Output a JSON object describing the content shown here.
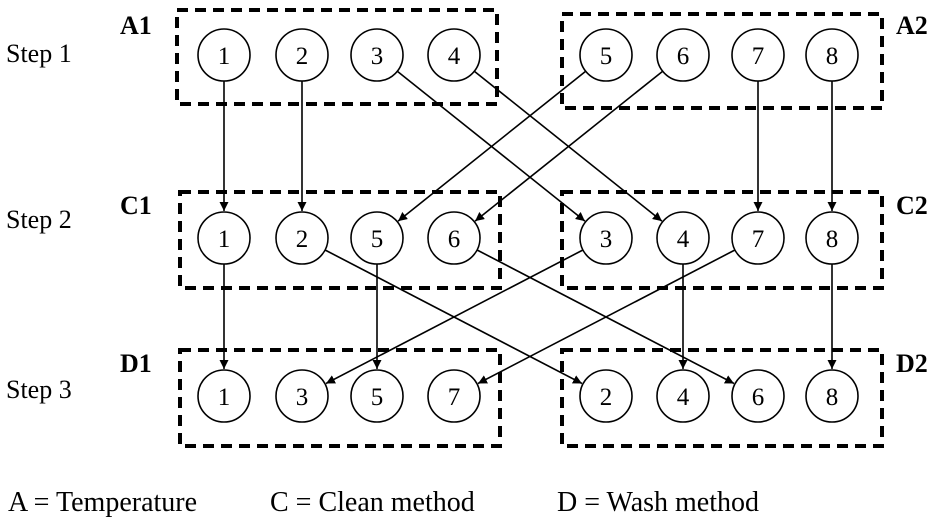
{
  "steps": [
    {
      "label": "Step 1"
    },
    {
      "label": "Step 2"
    },
    {
      "label": "Step 3"
    }
  ],
  "groups": [
    {
      "id": "A1",
      "label": "A1",
      "nodes": [
        "1",
        "2",
        "3",
        "4"
      ]
    },
    {
      "id": "A2",
      "label": "A2",
      "nodes": [
        "5",
        "6",
        "7",
        "8"
      ]
    },
    {
      "id": "C1",
      "label": "C1",
      "nodes": [
        "1",
        "2",
        "5",
        "6"
      ]
    },
    {
      "id": "C2",
      "label": "C2",
      "nodes": [
        "3",
        "4",
        "7",
        "8"
      ]
    },
    {
      "id": "D1",
      "label": "D1",
      "nodes": [
        "1",
        "3",
        "5",
        "7"
      ]
    },
    {
      "id": "D2",
      "label": "D2",
      "nodes": [
        "2",
        "4",
        "6",
        "8"
      ]
    }
  ],
  "edges": [
    {
      "from": "A1.1",
      "to": "C1.1"
    },
    {
      "from": "A1.2",
      "to": "C1.2"
    },
    {
      "from": "A1.3",
      "to": "C2.3"
    },
    {
      "from": "A1.4",
      "to": "C2.4"
    },
    {
      "from": "A2.5",
      "to": "C1.5"
    },
    {
      "from": "A2.6",
      "to": "C1.6"
    },
    {
      "from": "A2.7",
      "to": "C2.7"
    },
    {
      "from": "A2.8",
      "to": "C2.8"
    },
    {
      "from": "C1.1",
      "to": "D1.1"
    },
    {
      "from": "C1.2",
      "to": "D2.2"
    },
    {
      "from": "C1.5",
      "to": "D1.5"
    },
    {
      "from": "C1.6",
      "to": "D2.6"
    },
    {
      "from": "C2.3",
      "to": "D1.3"
    },
    {
      "from": "C2.4",
      "to": "D2.4"
    },
    {
      "from": "C2.7",
      "to": "D1.7"
    },
    {
      "from": "C2.8",
      "to": "D2.8"
    }
  ],
  "legend": {
    "a": "A = Temperature",
    "c": "C = Clean method",
    "d": "D = Wash method"
  }
}
